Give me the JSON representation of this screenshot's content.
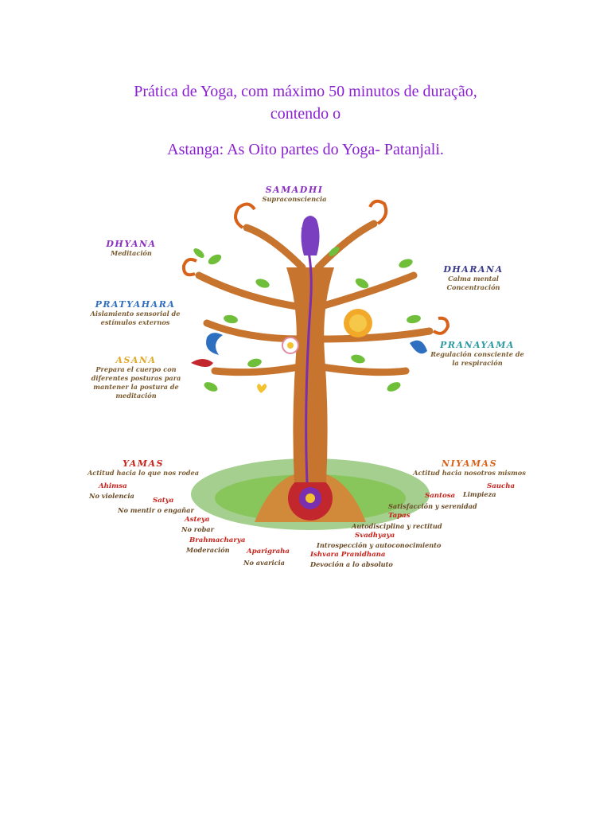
{
  "document": {
    "heading_line1": "Prática de Yoga, com máximo 50 minutos de duração,",
    "heading_line2": "contendo o",
    "heading_line3": "Astanga:  As Oito partes do Yoga- Patanjali."
  },
  "figure": {
    "samadhi": {
      "title": "SAMADHI",
      "desc": "Supraconsciencia"
    },
    "dhyana": {
      "title": "DHYANA",
      "desc": "Meditación"
    },
    "dharana": {
      "title": "DHARANA",
      "desc1": "Calma mental",
      "desc2": "Concentración"
    },
    "pratyahara": {
      "title": "PRATYAHARA",
      "desc1": "Aislamiento sensorial de",
      "desc2": "estímulos externos"
    },
    "pranayama": {
      "title": "PRANAYAMA",
      "desc1": "Regulación consciente de",
      "desc2": "la respiración"
    },
    "asana": {
      "title": "ASANA",
      "desc1": "Prepara el cuerpo con",
      "desc2": "diferentes posturas para",
      "desc3": "mantener la postura de",
      "desc4": "meditación"
    },
    "yamas": {
      "title": "YAMAS",
      "desc": "Actitud hacia lo que nos rodea",
      "items": [
        {
          "name": "Ahimsa",
          "meaning": "No violencia"
        },
        {
          "name": "Satya",
          "meaning": "No mentir o engañar"
        },
        {
          "name": "Asteya",
          "meaning": "No robar"
        },
        {
          "name": "Brahmacharya",
          "meaning": "Moderación"
        },
        {
          "name": "Aparigraha",
          "meaning": "No avaricia"
        }
      ]
    },
    "niyamas": {
      "title": "NIYAMAS",
      "desc": "Actitud hacia nosotros mismos",
      "items": [
        {
          "name": "Saucha",
          "meaning": "Limpieza"
        },
        {
          "name": "Santosa",
          "meaning": "Satisfacción y serenidad"
        },
        {
          "name": "Tapas",
          "meaning": "Autodisciplina y rectitud"
        },
        {
          "name": "Svadhyaya",
          "meaning": "Introspección y autoconocimiento"
        },
        {
          "name": "Ishvara Pranidhana",
          "meaning": "Devoción a lo absoluto"
        }
      ]
    },
    "colors": {
      "heading": "#8a1fd0",
      "samadhi": "#8a2fc0",
      "dhyana": "#8a2fc0",
      "dharana": "#3a3a8a",
      "pratyahara": "#2f6fbf",
      "pranayama": "#2c9aa0",
      "asana": "#e0a92a",
      "yamas": "#c8231b",
      "niyamas": "#d8621a",
      "trunk": "#c6742e",
      "leaf": "#6fbf3a"
    }
  }
}
